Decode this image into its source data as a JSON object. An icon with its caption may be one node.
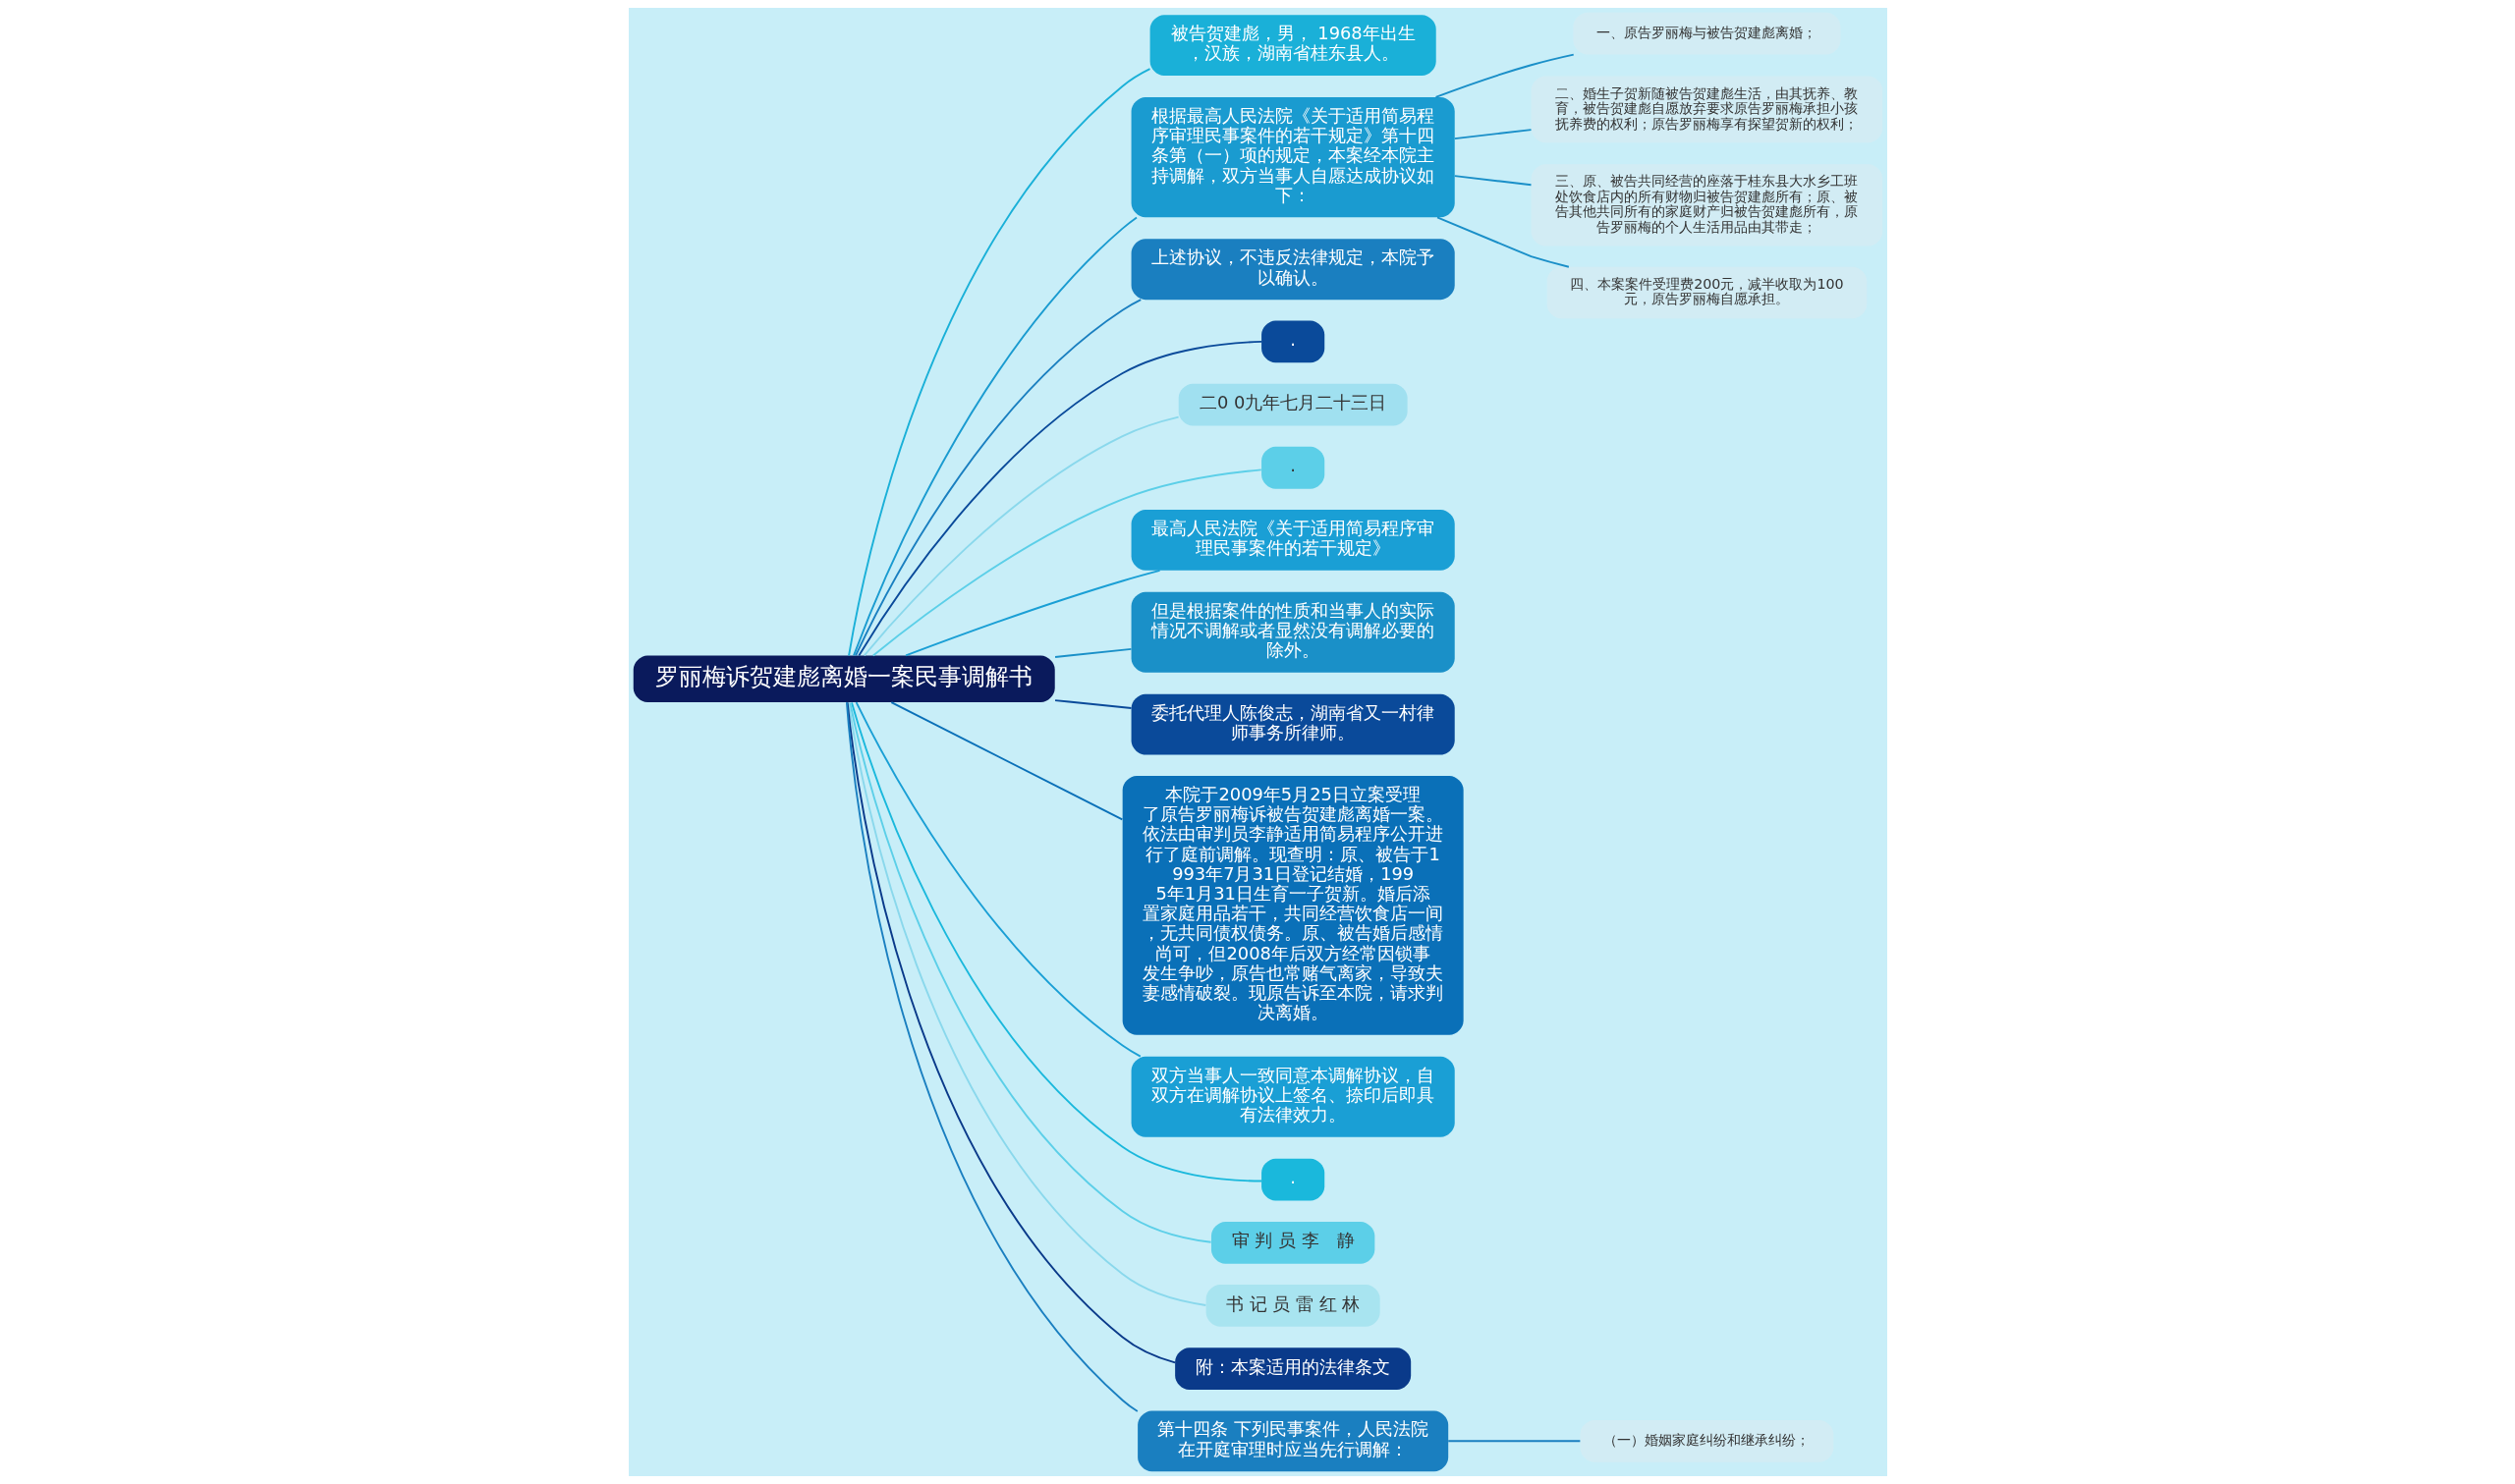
{
  "diagram": {
    "nodes": [
      {
        "text": [
          "罗丽梅诉贺建彪离婚一案民事调解书"
        ]
      },
      {
        "text": [
          "被告贺建彪，男， 1968年出生，汉族，湖南省桂东县人。"
        ]
      },
      {
        "text": [
          "根据最高人民法院《关于适用简易程序审理民事案件的若干规定》第十四条第（一）项的规定，本案经本院主持调解，双方当事人自愿达成协议如下："
        ]
      },
      {
        "text": [
          "一、原告罗丽梅与被告贺建彪离婚；"
        ]
      },
      {
        "text": [
          "二、婚生子贺新随被告贺建彪生活，由其抚养、教育，被告贺建彪自愿放弃要求原告罗丽梅承担小孩抚养费的权利；原告罗丽梅享有探望贺新的权利；"
        ]
      },
      {
        "text": [
          "三、原、被告共同经营的座落于桂东县大水乡工班处饮食店内的所有财物归被告贺建彪所有；原、被告其他共同所有的家庭财产归被告贺建彪所有，原告罗丽梅的个人生活用品由其带走；"
        ]
      },
      {
        "text": [
          "四、本案案件受理费200元，减半收取为100元，原告罗丽梅自愿承担。"
        ]
      },
      {
        "text": [
          "上述协议，不违反法律规定，本院予以确认。"
        ]
      },
      {
        "text": [
          "."
        ]
      },
      {
        "text": [
          "二0 0九年七月二十三日"
        ]
      },
      {
        "text": [
          "."
        ]
      },
      {
        "text": [
          "最高人民法院《关于适用简易程序审理民事案件的若干规定》"
        ]
      },
      {
        "text": [
          "但是根据案件的性质和当事人的实际情况不调解或者显然没有调解必要的除外。"
        ]
      },
      {
        "text": [
          "委托代理人陈俊志，湖南省又一村律师事务所律师。"
        ]
      },
      {
        "text": [
          "本院于2009年5月25日立案受理了原告罗丽梅诉被告贺建彪离婚一案。依法由审判员李静适用简易程序公开进行了庭前调解。现查明：原、被告于1993年7月31日登记结婚，1995年1月31日生育一子贺新。婚后添置家庭用品若干，共同经营饮食店一间，无共同债权债务。原、被告婚后感情尚可，但2008年后双方经常因锁事发生争吵，原告也常赌气离家，导致夫妻感情破裂。现原告诉至本院，请求判决离婚。"
        ]
      },
      {
        "text": [
          "双方当事人一致同意本调解协议，自双方在调解协议上签名、捺印后即具有法律效力。"
        ]
      },
      {
        "text": [
          "."
        ]
      },
      {
        "text": [
          "审 判 员 李　静"
        ]
      },
      {
        "text": [
          "书 记 员 雷 红 林"
        ]
      },
      {
        "text": [
          "附：本案适用的法律条文"
        ]
      },
      {
        "text": [
          "第十四条 下列民事案件，人民法院在开庭审理时应当先行调解："
        ]
      },
      {
        "text": [
          "（一）婚姻家庭纠纷和继承纠纷；"
        ]
      }
    ],
    "edges": [
      {
        "from": 0,
        "to": 1,
        "arrow": "none",
        "color": "#1ab0d8"
      },
      {
        "from": 0,
        "to": 2,
        "arrow": "none",
        "color": "#1a9bd0"
      },
      {
        "from": 2,
        "to": 3,
        "arrow": "none",
        "color": "#1a8fc8"
      },
      {
        "from": 2,
        "to": 4,
        "arrow": "none",
        "color": "#1a8fc8"
      },
      {
        "from": 2,
        "to": 5,
        "arrow": "none",
        "color": "#1a8fc8"
      },
      {
        "from": 2,
        "to": 6,
        "arrow": "none",
        "color": "#1a8fc8"
      },
      {
        "from": 0,
        "to": 7,
        "arrow": "none",
        "color": "#1a7fc0"
      },
      {
        "from": 0,
        "to": 8,
        "arrow": "none",
        "color": "#0a4a9a"
      },
      {
        "from": 0,
        "to": 9,
        "arrow": "none",
        "color": "#8ad8ec"
      },
      {
        "from": 0,
        "to": 10,
        "arrow": "none",
        "color": "#5ccfe8"
      },
      {
        "from": 0,
        "to": 11,
        "arrow": "none",
        "color": "#1a9fd5"
      },
      {
        "from": 0,
        "to": 12,
        "arrow": "none",
        "color": "#1a90c8"
      },
      {
        "from": 0,
        "to": 13,
        "arrow": "none",
        "color": "#0a4a9a"
      },
      {
        "from": 0,
        "to": 14,
        "arrow": "none",
        "color": "#0a70b8"
      },
      {
        "from": 0,
        "to": 15,
        "arrow": "none",
        "color": "#1a9fd5"
      },
      {
        "from": 0,
        "to": 16,
        "arrow": "none",
        "color": "#1ab8dc"
      },
      {
        "from": 0,
        "to": 17,
        "arrow": "none",
        "color": "#5ccfe8"
      },
      {
        "from": 0,
        "to": 18,
        "arrow": "none",
        "color": "#8ad8ec"
      },
      {
        "from": 0,
        "to": 19,
        "arrow": "none",
        "color": "#0a3a8a"
      },
      {
        "from": 0,
        "to": 20,
        "arrow": "none",
        "color": "#1a7fc0"
      },
      {
        "from": 20,
        "to": 21,
        "arrow": "none",
        "color": "#1a7fc0"
      }
    ]
  }
}
